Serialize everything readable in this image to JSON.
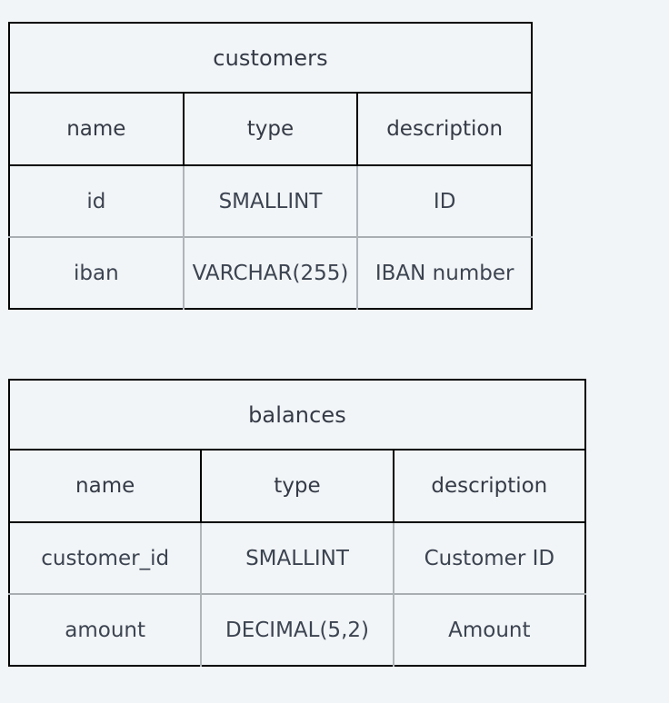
{
  "theme": {
    "background": "#f2f5f7",
    "text": "#343a46",
    "cell_text": "#3c4451",
    "outer_border": "#000000",
    "inner_row_border": "#a8aeb2"
  },
  "tables": [
    {
      "id": "customers",
      "title": "customers",
      "columns": [
        "name",
        "type",
        "description"
      ],
      "rows": [
        {
          "name": "id",
          "type": "SMALLINT",
          "description": "ID"
        },
        {
          "name": "iban",
          "type": "VARCHAR(255)",
          "description": "IBAN number"
        }
      ]
    },
    {
      "id": "balances",
      "title": "balances",
      "columns": [
        "name",
        "type",
        "description"
      ],
      "rows": [
        {
          "name": "customer_id",
          "type": "SMALLINT",
          "description": "Customer ID"
        },
        {
          "name": "amount",
          "type": "DECIMAL(5,2)",
          "description": "Amount"
        }
      ]
    }
  ]
}
